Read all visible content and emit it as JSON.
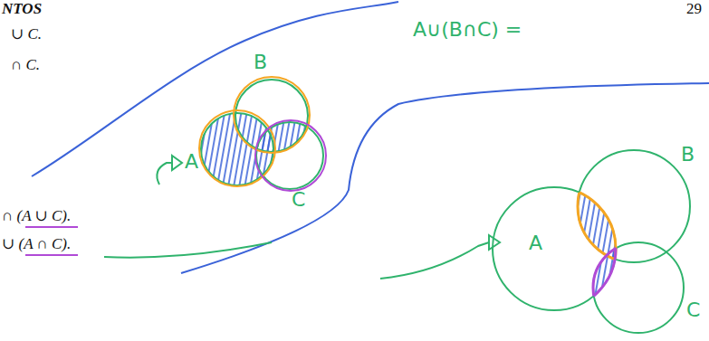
{
  "diagram": {
    "labels": [
      "NTOS",
      "29",
      "∪ C.",
      "∩ C.",
      "∩ (A ∪ C).",
      "∪ (A ∩ C).",
      "A∪(B∩C) =",
      "B",
      "A",
      "C",
      "B",
      "A",
      "C"
    ]
  }
}
